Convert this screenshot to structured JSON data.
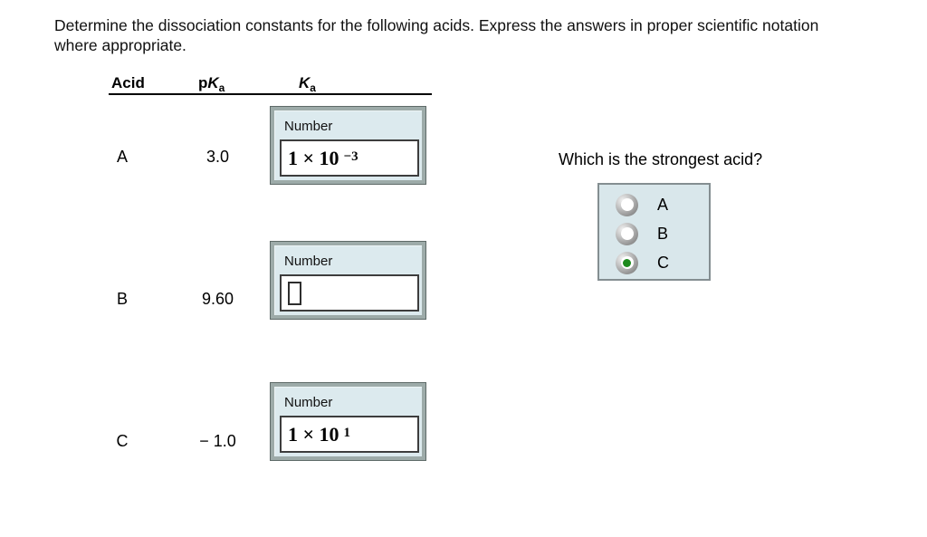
{
  "title": {
    "line1": "Determine the dissociation constants for the following acids. Express the answers in proper scientific notation",
    "line2": "where appropriate."
  },
  "table": {
    "headers": {
      "acid": "Acid",
      "pka": {
        "p": "p",
        "k": "K",
        "sub": "a"
      },
      "ka": {
        "k": "K",
        "sub": "a"
      }
    },
    "rows": [
      {
        "acid": "A",
        "pka": "3.0",
        "field_label": "Number",
        "value_base": "1 × 10",
        "value_exp": "−3"
      },
      {
        "acid": "B",
        "pka": "9.60",
        "field_label": "Number",
        "value_base": "",
        "value_exp": ""
      },
      {
        "acid": "C",
        "pka": "− 1.0",
        "field_label": "Number",
        "value_base": "1 × 10",
        "value_exp": "1"
      }
    ]
  },
  "question": {
    "prompt": "Which is the strongest acid?",
    "options": [
      {
        "label": "A",
        "selected": false
      },
      {
        "label": "B",
        "selected": false
      },
      {
        "label": "C",
        "selected": true
      }
    ]
  },
  "colors": {
    "panel_fill": "#dceaee",
    "panel_frame": "#9daba9",
    "choice_fill": "#d9e7eb",
    "selected_dot": "#1d8a1d"
  }
}
